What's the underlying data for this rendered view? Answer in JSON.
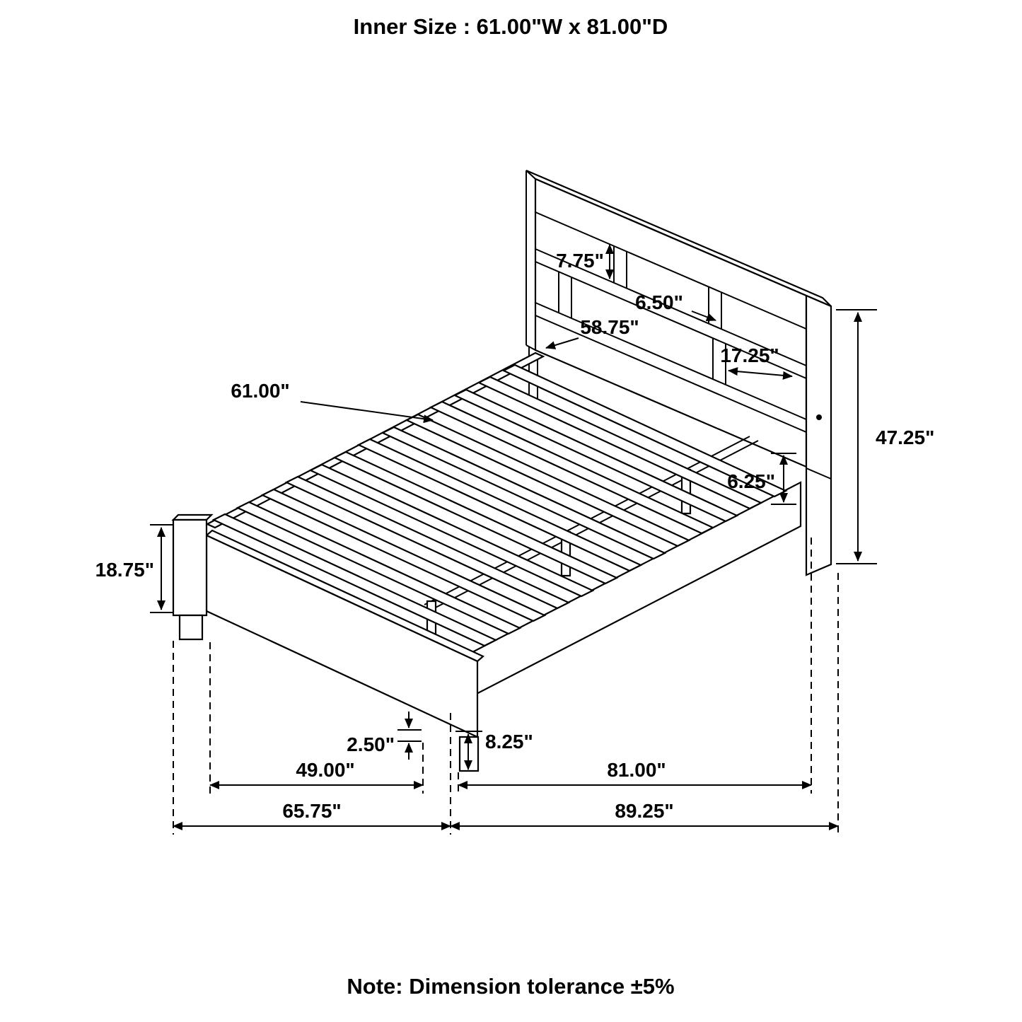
{
  "title": "Inner Size : 61.00\"W x 81.00\"D",
  "note": "Note: Dimension tolerance ±5%",
  "dims": {
    "opening_height": "7.75\"",
    "cubby_small_width": "6.50\"",
    "headboard_inner_width": "58.75\"",
    "cubby_large_width": "17.25\"",
    "slat_length": "61.00\"",
    "headboard_height": "47.25\"",
    "rail_height": "6.25\"",
    "footboard_height": "18.75\"",
    "foot_clearance": "2.50\"",
    "leg_height": "8.25\"",
    "footprint_width": "49.00\"",
    "footprint_length": "81.00\"",
    "overall_width": "65.75\"",
    "overall_length": "89.25\""
  }
}
